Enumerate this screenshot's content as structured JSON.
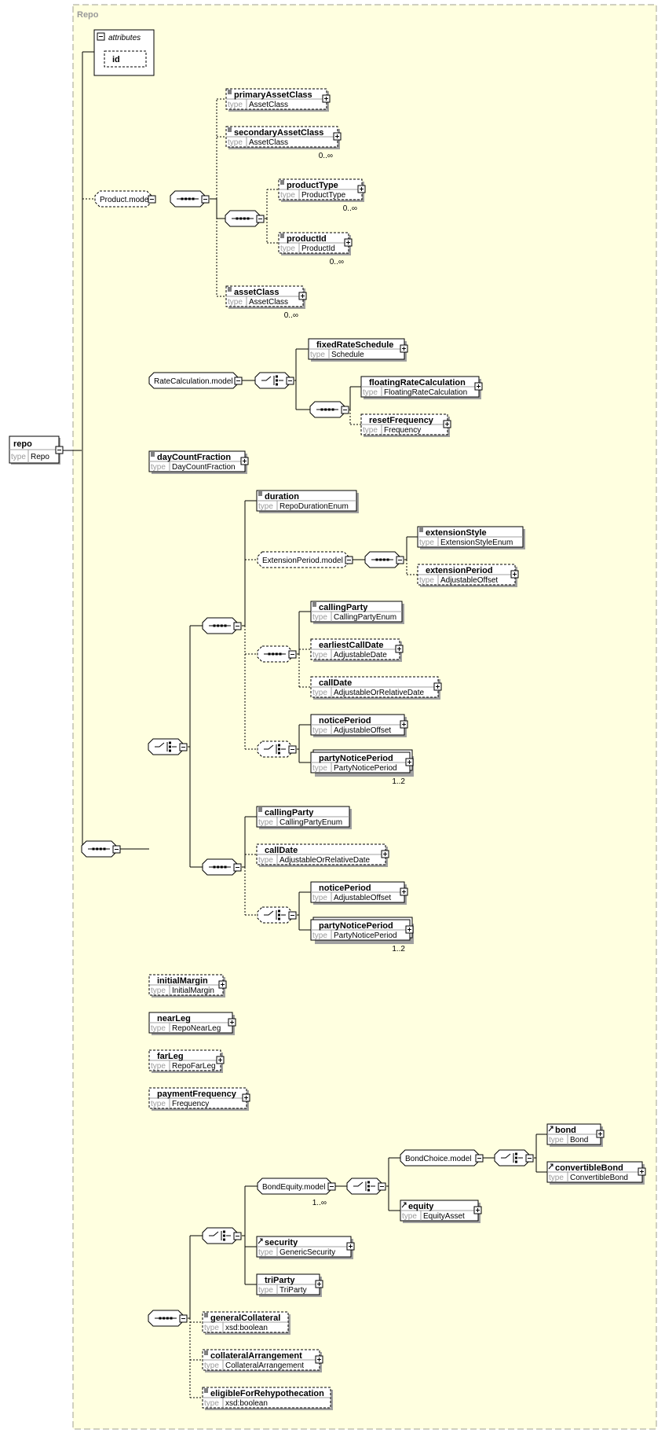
{
  "title": "Repo",
  "type_label": "type",
  "attributes": {
    "label": "attributes",
    "items": [
      "id"
    ]
  },
  "root": {
    "name": "repo",
    "type": "Repo"
  },
  "elements": [
    {
      "id": "primaryAssetClass",
      "name": "primaryAssetClass",
      "type": "AssetClass",
      "optional": true,
      "doc": true,
      "expandable": true
    },
    {
      "id": "secondaryAssetClass",
      "name": "secondaryAssetClass",
      "type": "AssetClass",
      "optional": true,
      "doc": true,
      "expandable": true,
      "occurs": "0..∞"
    },
    {
      "id": "productType",
      "name": "productType",
      "type": "ProductType",
      "optional": true,
      "doc": true,
      "expandable": true,
      "occurs": "0..∞"
    },
    {
      "id": "productId",
      "name": "productId",
      "type": "ProductId",
      "optional": true,
      "doc": true,
      "expandable": true,
      "occurs": "0..∞"
    },
    {
      "id": "assetClass",
      "name": "assetClass",
      "type": "AssetClass",
      "optional": true,
      "doc": true,
      "expandable": true,
      "occurs": "0..∞"
    },
    {
      "id": "fixedRateSchedule",
      "name": "fixedRateSchedule",
      "type": "Schedule",
      "optional": false,
      "doc": false,
      "expandable": true
    },
    {
      "id": "floatingRateCalculation",
      "name": "floatingRateCalculation",
      "type": "FloatingRateCalculation",
      "optional": false,
      "doc": false,
      "expandable": true
    },
    {
      "id": "resetFrequency",
      "name": "resetFrequency",
      "type": "Frequency",
      "optional": true,
      "doc": false,
      "expandable": true
    },
    {
      "id": "dayCountFraction",
      "name": "dayCountFraction",
      "type": "DayCountFraction",
      "optional": false,
      "doc": true,
      "expandable": true
    },
    {
      "id": "duration",
      "name": "duration",
      "type": "RepoDurationEnum",
      "optional": false,
      "doc": true,
      "expandable": false
    },
    {
      "id": "extensionStyle",
      "name": "extensionStyle",
      "type": "ExtensionStyleEnum",
      "optional": false,
      "doc": true,
      "expandable": false
    },
    {
      "id": "extensionPeriod",
      "name": "extensionPeriod",
      "type": "AdjustableOffset",
      "optional": true,
      "doc": false,
      "expandable": true
    },
    {
      "id": "callingParty1",
      "name": "callingParty",
      "type": "CallingPartyEnum",
      "optional": false,
      "doc": true,
      "expandable": false
    },
    {
      "id": "earliestCallDate",
      "name": "earliestCallDate",
      "type": "AdjustableDate",
      "optional": true,
      "doc": false,
      "expandable": true
    },
    {
      "id": "callDate1",
      "name": "callDate",
      "type": "AdjustableOrRelativeDate",
      "optional": true,
      "doc": false,
      "expandable": true
    },
    {
      "id": "noticePeriod1",
      "name": "noticePeriod",
      "type": "AdjustableOffset",
      "optional": false,
      "doc": false,
      "expandable": true
    },
    {
      "id": "partyNoticePeriod1",
      "name": "partyNoticePeriod",
      "type": "PartyNoticePeriod",
      "optional": false,
      "doc": false,
      "expandable": true,
      "multi": true,
      "occurs": "1..2"
    },
    {
      "id": "callingParty2",
      "name": "callingParty",
      "type": "CallingPartyEnum",
      "optional": false,
      "doc": true,
      "expandable": false
    },
    {
      "id": "callDate2",
      "name": "callDate",
      "type": "AdjustableOrRelativeDate",
      "optional": true,
      "doc": false,
      "expandable": true
    },
    {
      "id": "noticePeriod2",
      "name": "noticePeriod",
      "type": "AdjustableOffset",
      "optional": false,
      "doc": false,
      "expandable": true
    },
    {
      "id": "partyNoticePeriod2",
      "name": "partyNoticePeriod",
      "type": "PartyNoticePeriod",
      "optional": false,
      "doc": false,
      "expandable": true,
      "multi": true,
      "occurs": "1..2"
    },
    {
      "id": "initialMargin",
      "name": "initialMargin",
      "type": "InitialMargin",
      "optional": true,
      "doc": false,
      "expandable": true
    },
    {
      "id": "nearLeg",
      "name": "nearLeg",
      "type": "RepoNearLeg",
      "optional": false,
      "doc": false,
      "expandable": true
    },
    {
      "id": "farLeg",
      "name": "farLeg",
      "type": "RepoFarLeg",
      "optional": true,
      "doc": false,
      "expandable": true
    },
    {
      "id": "paymentFrequency",
      "name": "paymentFrequency",
      "type": "Frequency",
      "optional": true,
      "doc": false,
      "expandable": true
    },
    {
      "id": "bond",
      "name": "bond",
      "type": "Bond",
      "optional": false,
      "doc": false,
      "expandable": true,
      "ref": true
    },
    {
      "id": "convertibleBond",
      "name": "convertibleBond",
      "type": "ConvertibleBond",
      "optional": false,
      "doc": false,
      "expandable": true,
      "ref": true
    },
    {
      "id": "equity",
      "name": "equity",
      "type": "EquityAsset",
      "optional": false,
      "doc": false,
      "expandable": true,
      "ref": true
    },
    {
      "id": "security",
      "name": "security",
      "type": "GenericSecurity",
      "optional": false,
      "doc": false,
      "expandable": true,
      "ref": true
    },
    {
      "id": "triParty",
      "name": "triParty",
      "type": "TriParty",
      "optional": false,
      "doc": false,
      "expandable": true
    },
    {
      "id": "generalCollateral",
      "name": "generalCollateral",
      "type": "xsd:boolean",
      "optional": true,
      "doc": true,
      "expandable": false
    },
    {
      "id": "collateralArrangement",
      "name": "collateralArrangement",
      "type": "CollateralArrangement",
      "optional": true,
      "doc": true,
      "expandable": true
    },
    {
      "id": "eligibleForRehypothecation",
      "name": "eligibleForRehypothecation",
      "type": "xsd:boolean",
      "optional": true,
      "doc": true,
      "expandable": false
    }
  ],
  "groups": [
    {
      "id": "productModel",
      "name": "Product.model",
      "optional": true
    },
    {
      "id": "rateCalcModel",
      "name": "RateCalculation.model",
      "optional": false
    },
    {
      "id": "extensionPeriodModel",
      "name": "ExtensionPeriod.model",
      "optional": true
    },
    {
      "id": "bondEquityModel",
      "name": "BondEquity.model",
      "optional": false,
      "occurs": "1..∞"
    },
    {
      "id": "bondChoiceModel",
      "name": "BondChoice.model",
      "optional": false
    }
  ],
  "compositors": [
    {
      "id": "c_root",
      "kind": "sequence",
      "optional": false
    },
    {
      "id": "c_prod",
      "kind": "sequence",
      "optional": false
    },
    {
      "id": "c_prodInner",
      "kind": "sequence",
      "optional": false
    },
    {
      "id": "c_rateChoice",
      "kind": "choice",
      "optional": false
    },
    {
      "id": "c_floatSeq",
      "kind": "sequence",
      "optional": false
    },
    {
      "id": "c_termChoice",
      "kind": "choice",
      "optional": false
    },
    {
      "id": "c_evergreenSeq",
      "kind": "sequence",
      "optional": false
    },
    {
      "id": "c_extSeq",
      "kind": "sequence",
      "optional": false
    },
    {
      "id": "c_callSeq",
      "kind": "sequence",
      "optional": true
    },
    {
      "id": "c_noticeChoice1",
      "kind": "choice",
      "optional": true
    },
    {
      "id": "c_callableSeq",
      "kind": "sequence",
      "optional": false
    },
    {
      "id": "c_noticeChoice2",
      "kind": "choice",
      "optional": true
    },
    {
      "id": "c_collSeq",
      "kind": "sequence",
      "optional": false
    },
    {
      "id": "c_collChoice",
      "kind": "choice",
      "optional": false
    },
    {
      "id": "c_beChoice",
      "kind": "choice",
      "optional": false
    },
    {
      "id": "c_bcChoice",
      "kind": "choice",
      "optional": false
    }
  ]
}
